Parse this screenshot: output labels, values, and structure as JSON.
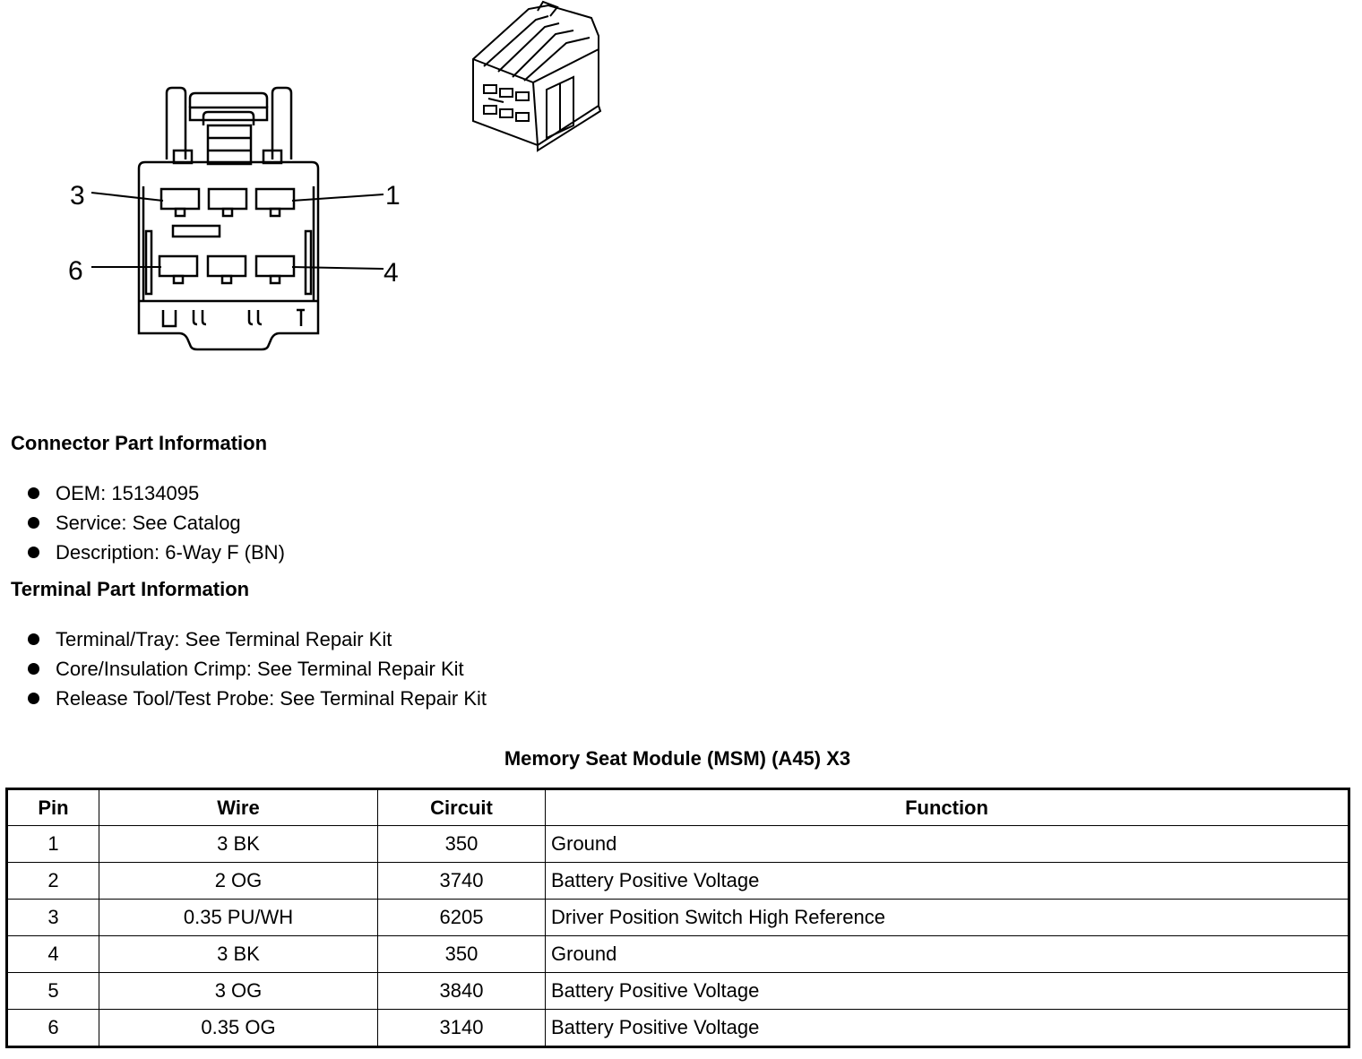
{
  "diagram": {
    "pin_callouts": {
      "top_left": "3",
      "top_right": "1",
      "bottom_left": "6",
      "bottom_right": "4"
    }
  },
  "connector_part": {
    "heading": "Connector Part Information",
    "items": [
      "OEM: 15134095",
      "Service: See Catalog",
      "Description: 6-Way F (BN)"
    ]
  },
  "terminal_part": {
    "heading": "Terminal Part Information",
    "items": [
      "Terminal/Tray: See Terminal Repair Kit",
      "Core/Insulation Crimp: See Terminal Repair Kit",
      "Release Tool/Test Probe: See Terminal Repair Kit"
    ]
  },
  "table": {
    "title": "Memory Seat Module (MSM) (A45) X3",
    "headers": [
      "Pin",
      "Wire",
      "Circuit",
      "Function"
    ],
    "rows": [
      [
        "1",
        "3 BK",
        "350",
        "Ground"
      ],
      [
        "2",
        "2 OG",
        "3740",
        "Battery Positive Voltage"
      ],
      [
        "3",
        "0.35 PU/WH",
        "6205",
        "Driver Position Switch High Reference"
      ],
      [
        "4",
        "3 BK",
        "350",
        "Ground"
      ],
      [
        "5",
        "3 OG",
        "3840",
        "Battery Positive Voltage"
      ],
      [
        "6",
        "0.35 OG",
        "3140",
        "Battery Positive Voltage"
      ]
    ]
  }
}
